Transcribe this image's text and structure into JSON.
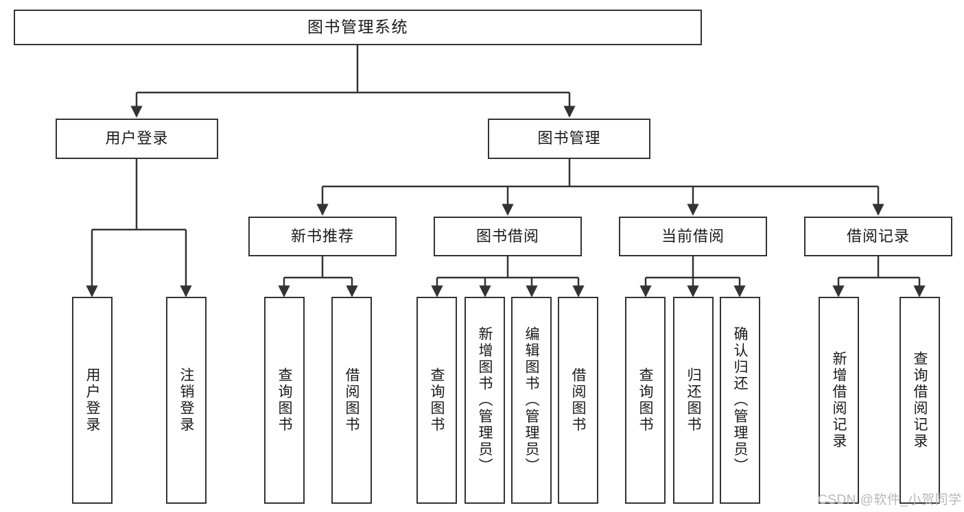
{
  "diagram": {
    "type": "tree-hierarchy-diagram",
    "root": {
      "label": "图书管理系统"
    },
    "level1": [
      {
        "label": "用户登录"
      },
      {
        "label": "图书管理"
      }
    ],
    "level2": [
      {
        "label": "新书推荐"
      },
      {
        "label": "图书借阅"
      },
      {
        "label": "当前借阅"
      },
      {
        "label": "借阅记录"
      }
    ],
    "leaves": {
      "user_login": [
        {
          "label": "用户登录"
        },
        {
          "label": "注销登录"
        }
      ],
      "new_book_recommend": [
        {
          "label": "查询图书"
        },
        {
          "label": "借阅图书"
        }
      ],
      "book_borrow": [
        {
          "label": "查询图书"
        },
        {
          "label": "新增图书（管理员）"
        },
        {
          "label": "编辑图书（管理员）"
        },
        {
          "label": "借阅图书"
        }
      ],
      "current_borrow": [
        {
          "label": "查询图书"
        },
        {
          "label": "归还图书"
        },
        {
          "label": "确认归还（管理员）"
        }
      ],
      "borrow_record": [
        {
          "label": "新增借阅记录"
        },
        {
          "label": "查询借阅记录"
        }
      ]
    }
  },
  "watermark": {
    "text": "CSDN @软件_小贺同学"
  },
  "colors": {
    "stroke": "#333333",
    "text": "#1a1a1a",
    "background": "#ffffff",
    "watermark": "#b8b8b8"
  }
}
